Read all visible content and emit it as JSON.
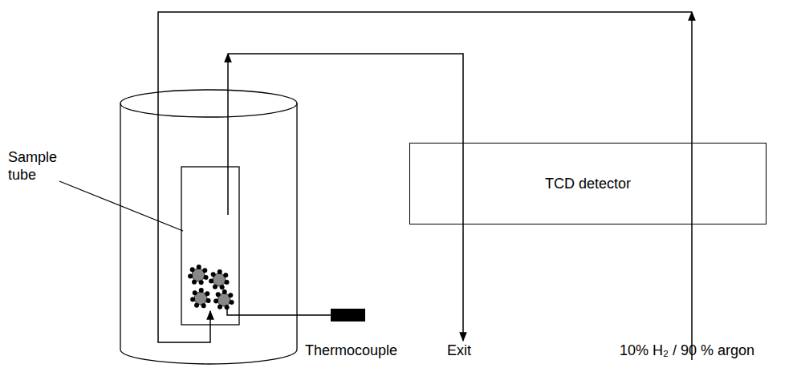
{
  "diagram": {
    "nodes": [
      {
        "text": [
          "TCD detector"
        ]
      }
    ],
    "labels": [
      "Sample tube",
      "Thermocouple",
      "Exit",
      "10% H₂ / 90 % argon"
    ]
  }
}
